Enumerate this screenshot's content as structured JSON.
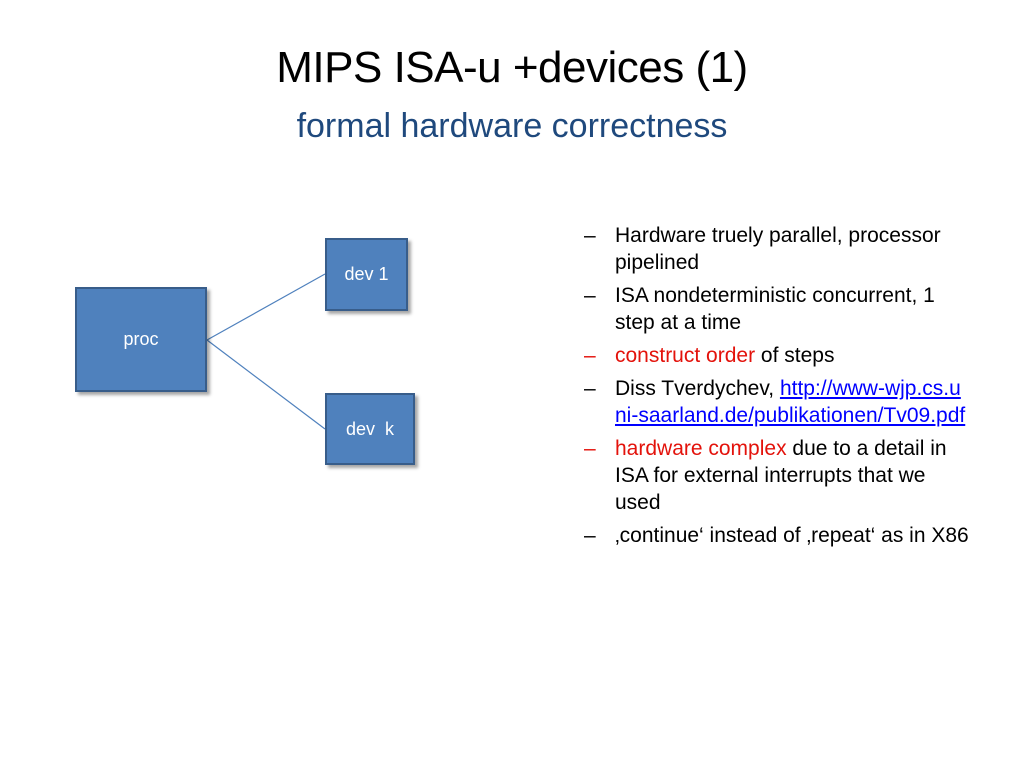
{
  "slide": {
    "title": "MIPS ISA-u +devices (1)",
    "subtitle": "formal hardware correctness"
  },
  "diagram": {
    "proc_label": "proc",
    "dev1_label": "dev 1",
    "devk_label": "dev  k",
    "box_fill": "#4f81bd",
    "line_color": "#4f81bd"
  },
  "bullets": [
    {
      "dash": "–",
      "text": "Hardware truely parallel, processor pipelined"
    },
    {
      "dash": "–",
      "text": "ISA nondeterministic concurrent, 1 step at a time"
    },
    {
      "dash": "–",
      "highlight": "construct order",
      "text": " of steps"
    },
    {
      "dash": "–",
      "text": "Diss Tverdychev, ",
      "link": "http://www-wjp.cs.uni-saarland.de/publikationen/Tv09.pdf"
    },
    {
      "dash": "–",
      "highlight": "hardware complex",
      "text": " due to a detail in ISA for external interrupts that we used"
    },
    {
      "dash": "–",
      "text": "‚continue‘ instead of ‚repeat‘ as in X86"
    }
  ],
  "colors": {
    "title": "#000000",
    "subtitle": "#1f497d",
    "highlight": "#e3120b",
    "link": "#0000ff"
  }
}
